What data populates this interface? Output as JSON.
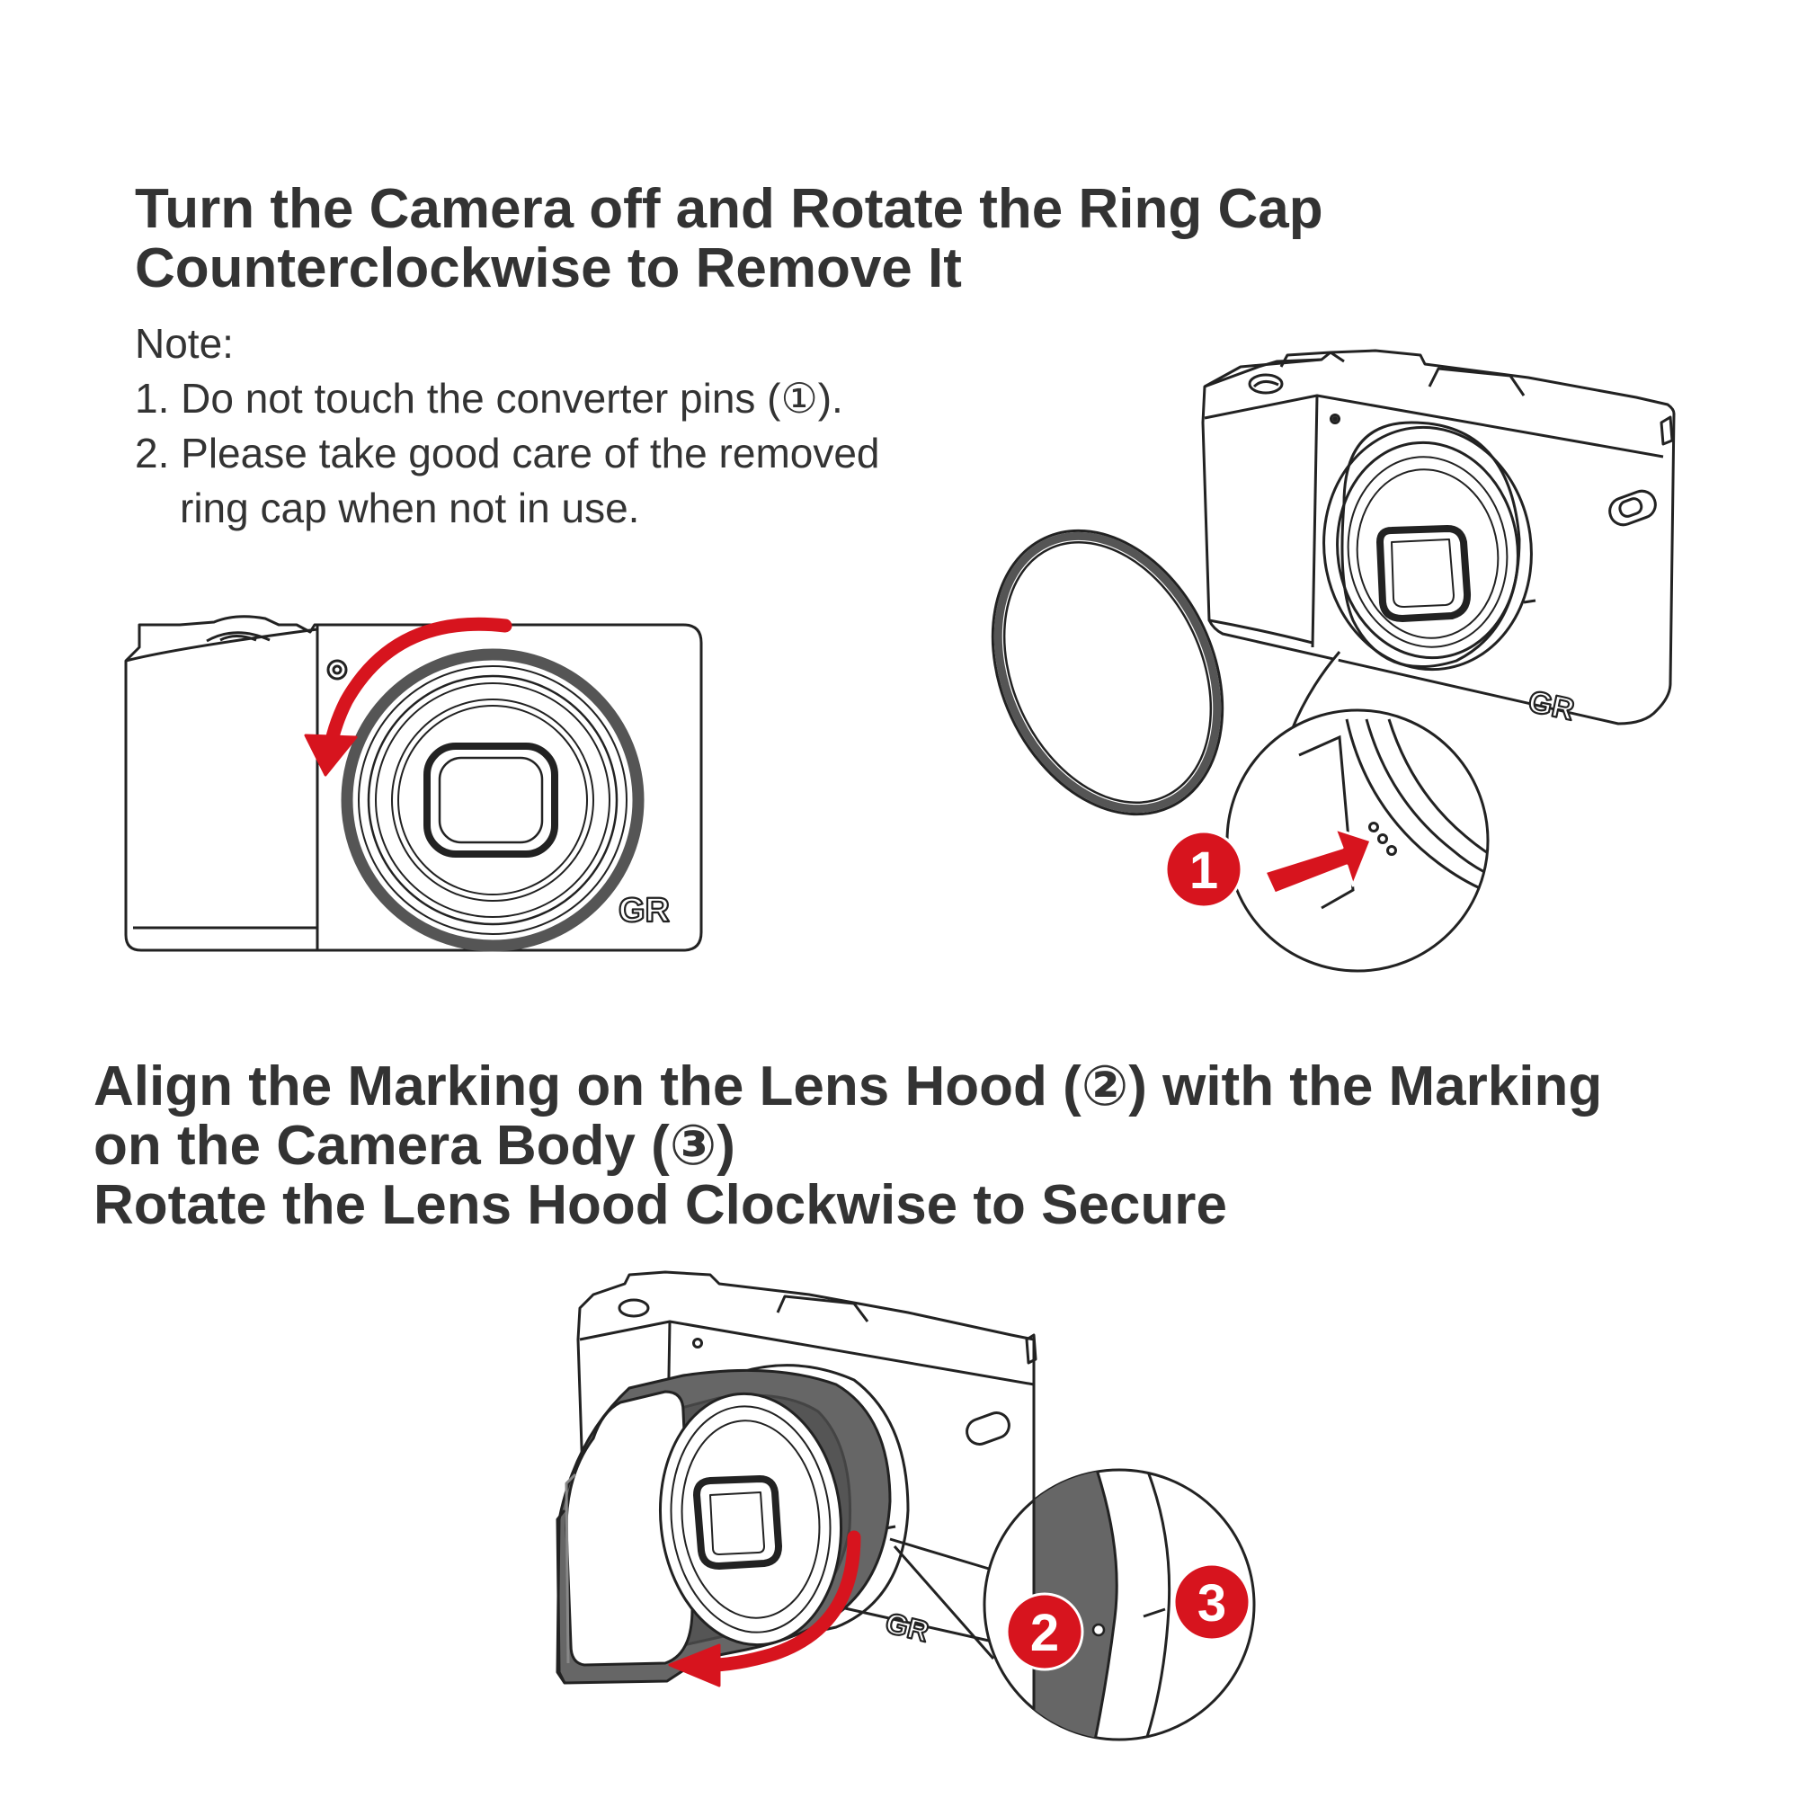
{
  "step1": {
    "heading": [
      "Turn the Camera off and Rotate the Ring Cap",
      "Counterclockwise to Remove It"
    ],
    "note_label": "Note:",
    "notes": [
      "1. Do not touch the converter pins (①).",
      "2. Please take good care of the removed",
      "ring cap when not in use."
    ]
  },
  "step2": {
    "heading": [
      "Align the Marking on the Lens Hood (②) with the Marking",
      "on the Camera Body (③)",
      "Rotate the Lens Hood Clockwise to Secure"
    ]
  },
  "badges": {
    "b1": "1",
    "b2": "2",
    "b3": "3"
  },
  "camera_logo": "GR",
  "colors": {
    "accent": "#d7141e",
    "text": "#333333",
    "hood": "#666666",
    "outline": "#222222"
  }
}
